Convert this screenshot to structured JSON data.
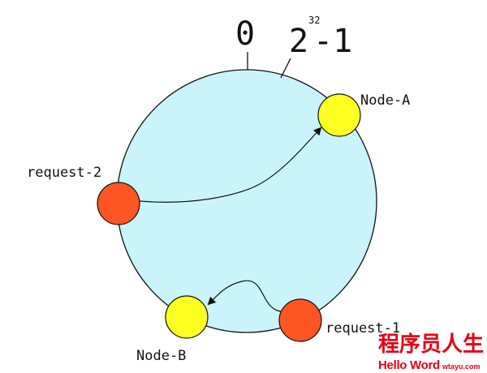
{
  "ring": {
    "start_label": "0",
    "end_base": "2",
    "end_exponent": "32",
    "end_suffix": "-1"
  },
  "nodes": {
    "a_label": "Node-A",
    "b_label": "Node-B"
  },
  "requests": {
    "r1_label": "request-1",
    "r2_label": "request-2"
  },
  "watermark": {
    "chinese": "程序员人生",
    "english": "Hello Word",
    "site": "wtayu.com"
  },
  "colors": {
    "ring_fill": "#c9f4fb",
    "node_fill": "#ffff22",
    "request_fill": "#ff5522",
    "watermark_red": "#e60012"
  }
}
